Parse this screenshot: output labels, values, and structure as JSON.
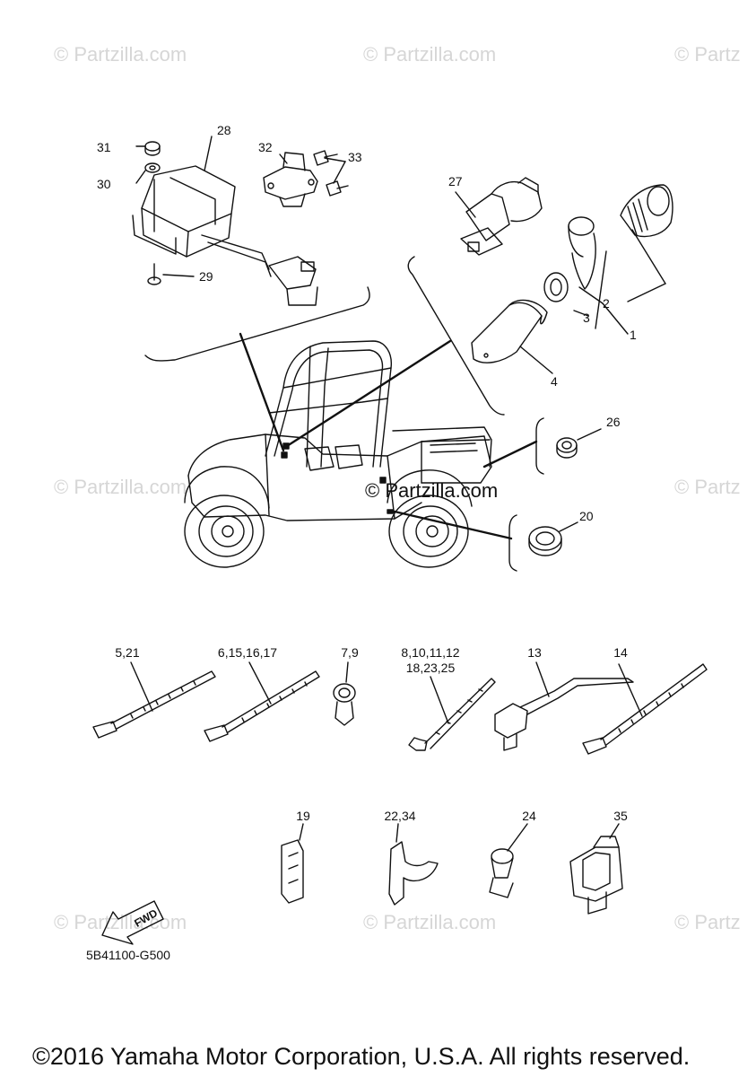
{
  "watermark": "© Partzilla.com",
  "watermark_partial": "© Partz",
  "center_watermark": "© Partzilla.com",
  "diagram_code": "5B41100-G500",
  "fwd_label": "FWD",
  "copyright": "©2016 Yamaha Motor Corporation, U.S.A. All rights reserved.",
  "callouts": {
    "c1": "1",
    "c2": "2",
    "c3": "3",
    "c4": "4",
    "c20": "20",
    "c26": "26",
    "c27": "27",
    "c28": "28",
    "c29": "29",
    "c30": "30",
    "c31": "31",
    "c32": "32",
    "c33": "33",
    "c521": "5,21",
    "c6151617": "6,15,16,17",
    "c79": "7,9",
    "c8101112": "8,10,11,12",
    "c182325": "18,23,25",
    "c13": "13",
    "c14": "14",
    "c19": "19",
    "c2234": "22,34",
    "c24": "24",
    "c35": "35"
  }
}
